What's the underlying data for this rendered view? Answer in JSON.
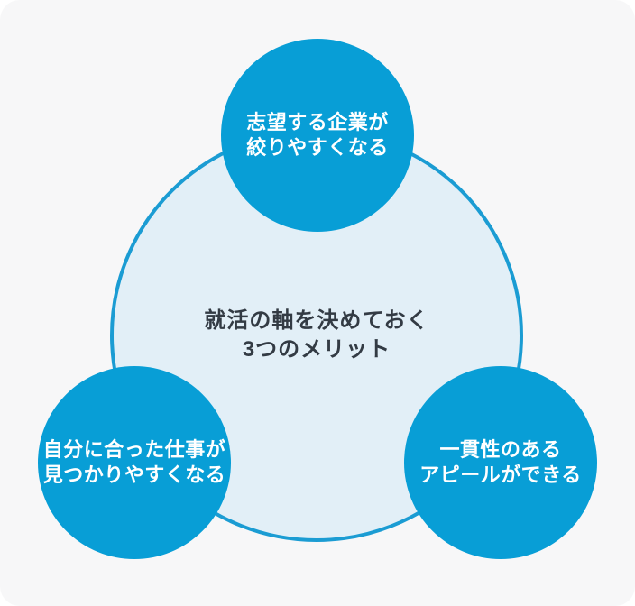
{
  "colors": {
    "page_background": "#ffffff",
    "card_background": "#f7f7f8",
    "benefit_circle_fill": "#089ed6",
    "benefit_text": "#ffffff",
    "center_circle_fill": "#e2eff7",
    "center_circle_border": "#1b9cd3",
    "center_text": "#333b44"
  },
  "diagram": {
    "center_title": {
      "line1": "就活の軸を決めておく",
      "line2": "3つのメリット"
    },
    "benefits": [
      {
        "position": "top",
        "line1": "志望する企業が",
        "line2": "絞りやすくなる"
      },
      {
        "position": "bottom-left",
        "line1": "自分に合った仕事が",
        "line2": "見つかりやすくなる"
      },
      {
        "position": "bottom-right",
        "line1": "一貫性のある",
        "line2": "アピールができる"
      }
    ]
  }
}
